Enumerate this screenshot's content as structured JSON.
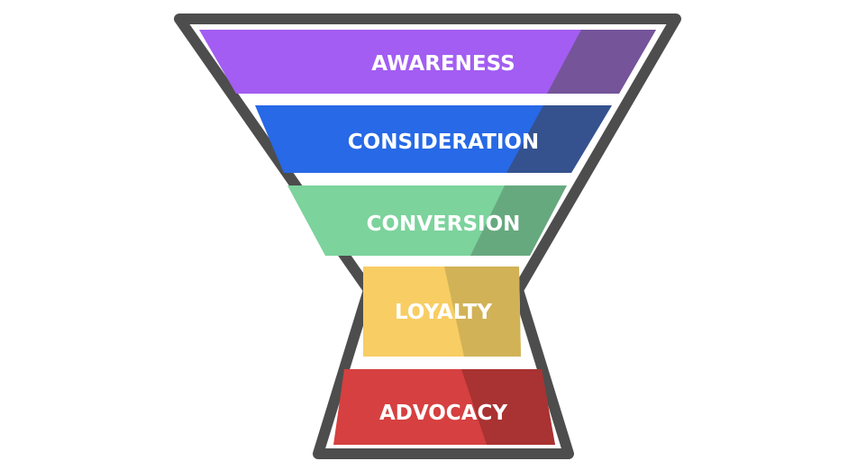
{
  "diagram": {
    "type": "funnel",
    "outline_color": "#4d4d4d",
    "stages": [
      {
        "label": "AWARENESS",
        "color": "#a35df2",
        "shade_color": "#75549a"
      },
      {
        "label": "CONSIDERATION",
        "color": "#2769e6",
        "shade_color": "#35528f"
      },
      {
        "label": "CONVERSION",
        "color": "#7cd39c",
        "shade_color": "#67a97f"
      },
      {
        "label": "LOYALTY",
        "color": "#f8cd63",
        "shade_color": "#d1b257"
      },
      {
        "label": "ADVOCACY",
        "color": "#d64040",
        "shade_color": "#a93232"
      }
    ]
  }
}
